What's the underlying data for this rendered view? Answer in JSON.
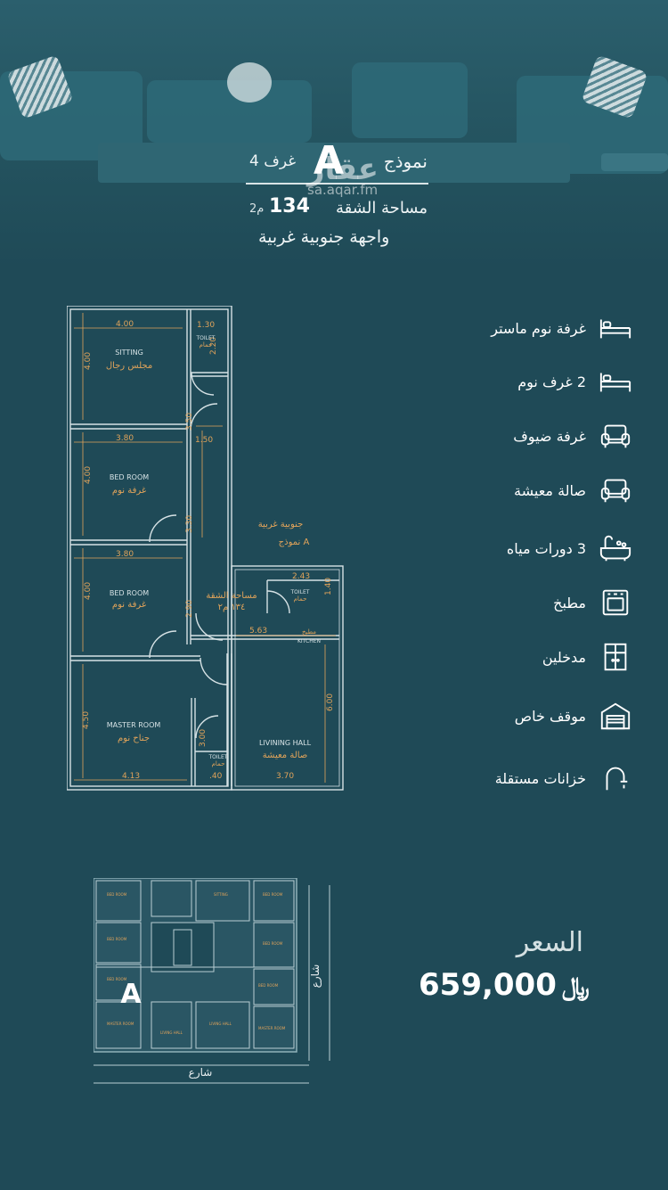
{
  "header": {
    "model_label": "نموذج",
    "model_letter": "A",
    "rooms": "4 غرف",
    "area_label": "مساحة الشقة",
    "area_value": "134",
    "area_unit": "2م",
    "facade": "واجهة جنوبية غربية"
  },
  "watermark": {
    "logo": "عقار",
    "url": "sa.aqar.fm"
  },
  "floorplan": {
    "rooms": [
      {
        "en": "SITTING",
        "ar": "مجلس رجال"
      },
      {
        "en": "BED ROOM",
        "ar": "غرفة نوم"
      },
      {
        "en": "BED ROOM",
        "ar": "غرفة نوم"
      },
      {
        "en": "MASTER ROOM",
        "ar": "جناح نوم"
      },
      {
        "en": "LIVINING HALL",
        "ar": "صالة معيشة"
      },
      {
        "en": "TOILET",
        "ar": "حمام"
      },
      {
        "en": "KITCHEN",
        "ar": "مطبخ"
      }
    ],
    "dimensions": [
      "4.00",
      "1.30",
      "4.00",
      "3.50",
      "3.80",
      "1.50",
      "4.00",
      "3.30",
      "3.80",
      "4.00",
      "2.90",
      "2.43",
      "1.40",
      "5.63",
      "4.50",
      "3.00",
      "6.00",
      "4.13",
      ".40",
      "3.70",
      "2.20"
    ],
    "annotation_facade": "جنوبية غربية",
    "annotation_model": "نموذج A",
    "annotation_area": "مساحة الشقة",
    "annotation_area_value": "١٣٤ م٢"
  },
  "features": [
    {
      "label": "غرفة نوم ماستر",
      "icon": "bed-icon"
    },
    {
      "label": "2 غرف نوم",
      "icon": "bed-icon"
    },
    {
      "label": "غرفة ضيوف",
      "icon": "armchair-icon"
    },
    {
      "label": "صالة معيشة",
      "icon": "armchair-icon"
    },
    {
      "label": "3 دورات مياه",
      "icon": "bathtub-icon"
    },
    {
      "label": "مطبخ",
      "icon": "oven-icon"
    },
    {
      "label": "مدخلين",
      "icon": "door-icon"
    },
    {
      "label": "موقف خاص",
      "icon": "garage-icon"
    },
    {
      "label": "خزانات مستقلة",
      "icon": "faucet-icon"
    }
  ],
  "site_plan": {
    "unit_letter": "A",
    "street_bottom": "شارع",
    "street_side": "شارع"
  },
  "price": {
    "label": "السعر",
    "value": "659,000",
    "currency": "﷼"
  },
  "colors": {
    "background": "#1f4a57",
    "plan_lines": "#d6e2e5",
    "dimension_text": "#e0a35a"
  }
}
